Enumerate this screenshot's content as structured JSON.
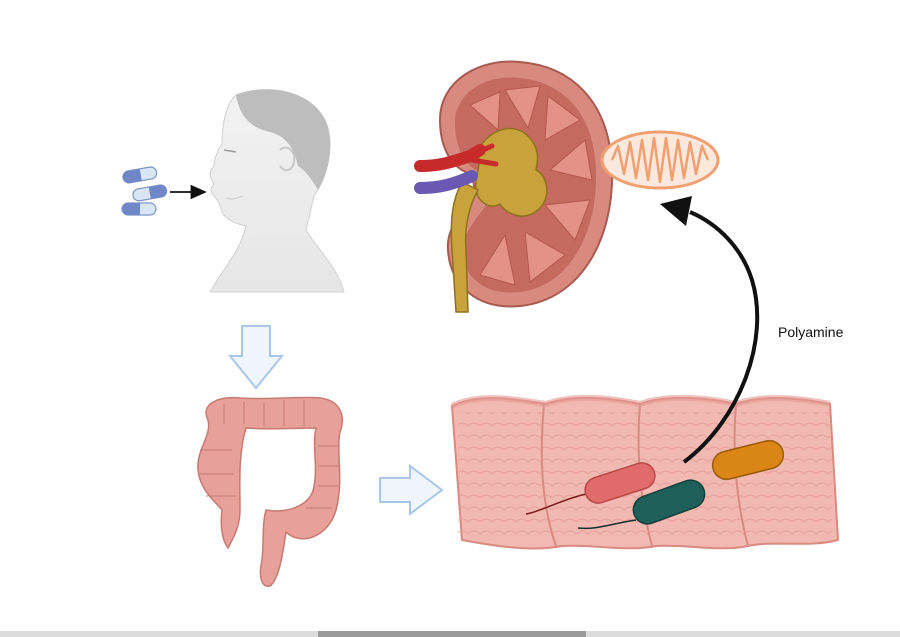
{
  "diagram": {
    "labels": {
      "polyamine": "Polyamine"
    },
    "nodes": [
      {
        "id": "pills",
        "icon": "pills-icon"
      },
      {
        "id": "human-head",
        "icon": "human-head-icon"
      },
      {
        "id": "kidney",
        "icon": "kidney-icon"
      },
      {
        "id": "mitochondrion",
        "icon": "mitochondrion-icon"
      },
      {
        "id": "colon",
        "icon": "colon-icon"
      },
      {
        "id": "intestine-section",
        "icon": "intestine-section-icon"
      },
      {
        "id": "gut-bacteria",
        "icon": "bacteria-icon"
      }
    ],
    "edges": [
      {
        "from": "pills",
        "to": "human-head",
        "style": "thin-black-arrow"
      },
      {
        "from": "human-head",
        "to": "colon",
        "style": "hollow-blue-arrow"
      },
      {
        "from": "colon",
        "to": "intestine-section",
        "style": "hollow-blue-arrow"
      },
      {
        "from": "gut-bacteria",
        "to": "mitochondrion",
        "style": "curved-black-arrow",
        "label_key": "polyamine"
      }
    ],
    "colors": {
      "arrow_outline": "#a9c6e8",
      "arrow_fill": "#eef5fc",
      "kidney_cortex": "#d98a7e",
      "kidney_medulla": "#c46a5e",
      "colon": "#e8a19a",
      "intestine": "#f2b8b2",
      "mitochondrion": "#f0a070",
      "bacteria_red": "#e16a6a",
      "bacteria_teal": "#1f5f5a",
      "bacteria_orange": "#d98616"
    }
  }
}
